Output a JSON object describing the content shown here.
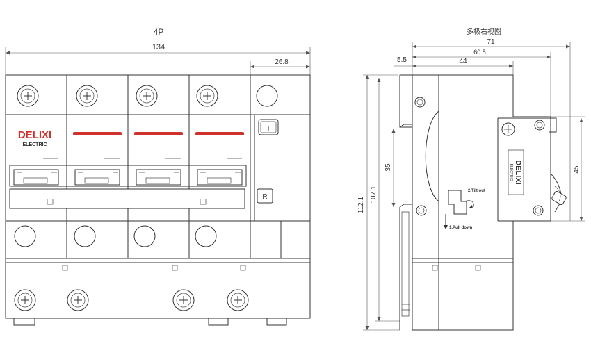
{
  "front_view": {
    "pole_label": "4P",
    "overall_width": "134",
    "module_width": "26.8",
    "brand": "DELIXI",
    "brand_sub": "ELECTRIC",
    "test_button": "T",
    "reset_button": "R"
  },
  "side_view": {
    "title": "多极右视图",
    "dim_71": "71",
    "dim_60_5": "60.5",
    "dim_5_5": "5.5",
    "dim_44": "44",
    "dim_112_1": "112.1",
    "dim_107_1": "107.1",
    "dim_35": "35",
    "dim_45": "45",
    "step_2": "2.Tilt out",
    "step_1": "1.Pull down",
    "brand_side": "DELIXI",
    "brand_side_sub": "ELECTRIC"
  },
  "colors": {
    "accent_red": "#d0312d",
    "line": "#333333"
  }
}
